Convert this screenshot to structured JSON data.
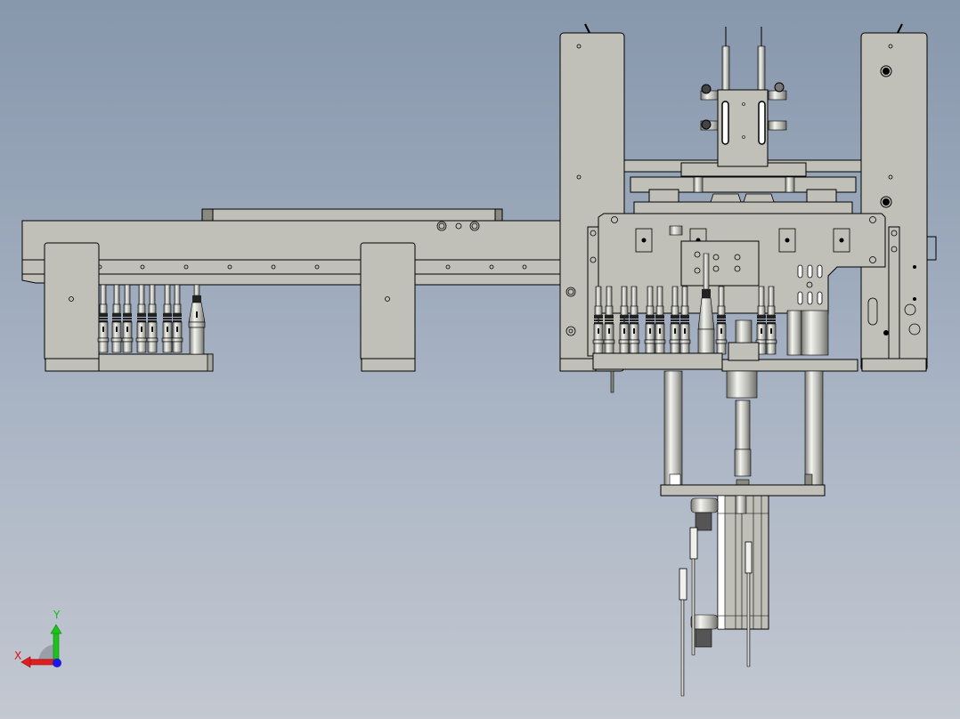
{
  "app": {
    "type": "cad-viewport",
    "view": "front"
  },
  "colors": {
    "background_top": "#8797ac",
    "background_bottom": "#c3c8d1",
    "part_fill": "#c0c0b8",
    "part_dark": "#8a8a80",
    "edge": "#000000",
    "axis_x": "#e01010",
    "axis_y": "#10c010",
    "axis_z": "#1010e0"
  },
  "triad": {
    "x_label": "X",
    "y_label": "Y"
  },
  "model": {
    "name": "assembly",
    "components": [
      "left-horizontal-beam",
      "left-support-leg",
      "middle-support-leg",
      "left-nozzle-row",
      "right-frame-left-column",
      "right-frame-right-column",
      "top-cylinder-block",
      "cross-rails",
      "main-mounting-plate",
      "right-nozzle-row",
      "guide-rods",
      "bottom-plate",
      "vertical-cylinder",
      "sensor-rods"
    ]
  }
}
